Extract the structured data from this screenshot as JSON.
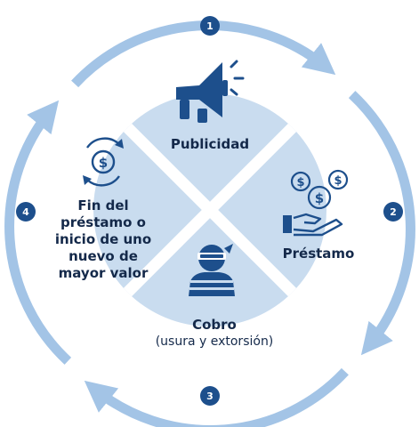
{
  "title": "",
  "colors": {
    "ring": "#a3c4e6",
    "quadrant": "#c9dcef",
    "divider": "#ffffff",
    "badge": "#1d4f8c",
    "icon": "#1d4f8c",
    "text": "#14294a"
  },
  "steps": [
    {
      "number": "1",
      "label": "Publicidad",
      "sublabel": "",
      "icon": "megaphone-icon"
    },
    {
      "number": "2",
      "label": "Préstamo",
      "sublabel": "",
      "icon": "money-hand-icon"
    },
    {
      "number": "3",
      "label": "Cobro",
      "sublabel": "(usura y extorsión)",
      "icon": "robber-icon"
    },
    {
      "number": "4",
      "label": "Fin del préstamo o inicio de uno nuevo de mayor valor",
      "sublabel": "",
      "icon": "dollar-cycle-icon"
    }
  ]
}
